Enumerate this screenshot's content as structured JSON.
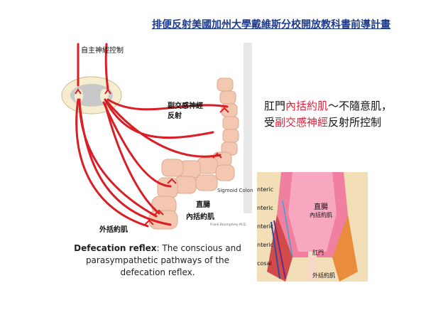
{
  "header": {
    "title": "排便反射美國加州大學戴維斯分校開放教科書前導計畫"
  },
  "diagram": {
    "labels": {
      "autonomic_control": "自主神經控制",
      "parasympathetic_reflex_1": "副交感神經",
      "parasympathetic_reflex_2": "反射",
      "sigmoid_colon": "Sigmoid Colon",
      "rectum": "直腸",
      "internal_sphincter": "內括約肌",
      "external_sphincter": "外括約肌",
      "credit": "Frank Boumphrey M.D."
    },
    "caption": {
      "bold": "Defecation reflex",
      "text": ": The conscious and parasympathetic pathways of the defecation reflex."
    }
  },
  "callout": {
    "anus": "肛門",
    "internal_sphincter": "內括約肌",
    "tilde": "～",
    "involuntary": "不隨意肌，",
    "controlled_by": "受",
    "parasympathetic": "副交感神經",
    "reflex_control": "反射所控制"
  },
  "inset": {
    "rectum": "直腸",
    "internal_sphincter": "內括約肌",
    "anus": "肛門",
    "external_sphincter": "外括約肌",
    "cut_labels": [
      "nteric",
      "nteric",
      "nteric",
      "nteric",
      "cosal"
    ]
  },
  "colors": {
    "header": "#1f3b8f",
    "nerve": "#d91e25",
    "colon": "#f4c7b0",
    "highlight": "#e0233a"
  }
}
